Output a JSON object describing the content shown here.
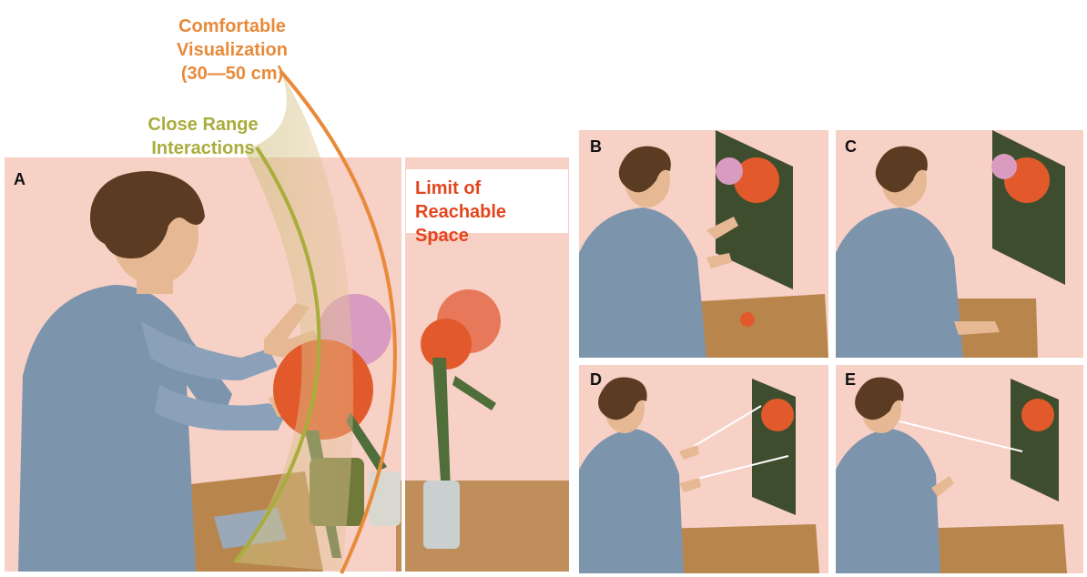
{
  "annotations": {
    "comfortable_visualization": [
      "Comfortable",
      "Visualization",
      "(30—50 cm)"
    ],
    "close_range": [
      "Close Range",
      "Interactions"
    ],
    "limit_reachable": [
      "Limit of",
      "Reachable Space"
    ]
  },
  "panels": [
    {
      "id": "A",
      "letter": "A"
    },
    {
      "id": "B",
      "letter": "B"
    },
    {
      "id": "C",
      "letter": "C"
    },
    {
      "id": "D",
      "letter": "D"
    },
    {
      "id": "E",
      "letter": "E"
    }
  ],
  "colors": {
    "panel_background": "#f7d0c6",
    "comfortable_arc": "#e88a3a",
    "close_range_arc": "#a9ad3c",
    "limit_text": "#e2461e",
    "sweater": "#7d94ad",
    "hair": "#5b3c22",
    "skin": "#e6b893",
    "table": "#b8864d",
    "flower_red": "#e25a2c",
    "flower_pink": "#d99bbf",
    "leaves": "#4f6e3a"
  },
  "icons": [
    "person-illustration",
    "flower-vase",
    "virtual-display",
    "table"
  ]
}
